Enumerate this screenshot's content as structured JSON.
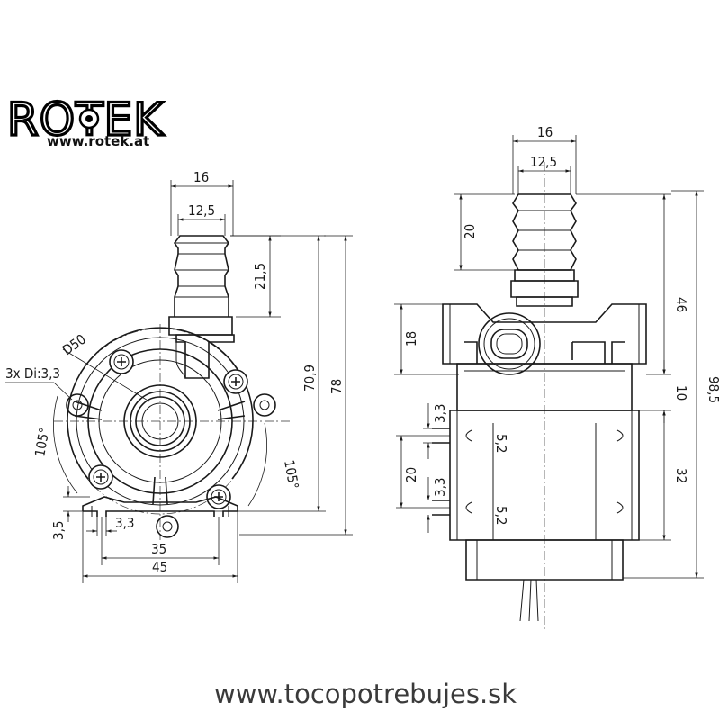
{
  "brand": {
    "logo": "ROTEK",
    "url": "www.rotek.at"
  },
  "watermark": "www.tocopotrebujes.sk",
  "front_view": {
    "hose_outer": "16",
    "hose_inner": "12,5",
    "barb_length": "21,5",
    "height_to_center": "70,9",
    "total_height": "78",
    "ring_diameter": "D50",
    "holes": "3x Di:3,3",
    "angle_left": "105°",
    "angle_right": "105°",
    "foot_height": "3,5",
    "foot_hole": "3,3",
    "inner_width": "35",
    "outer_width": "45"
  },
  "side_view": {
    "hose_outer": "16",
    "hose_inner": "12,5",
    "barb_length": "20",
    "outlet_height": "18",
    "upper_height": "46",
    "total_height": "98,5",
    "step": "10",
    "groove_height": "32",
    "slot_gap": "20",
    "slot_top_1": "3,3",
    "slot_top_2": "3,3",
    "slot_width_1": "5,2",
    "slot_width_2": "5,2"
  }
}
